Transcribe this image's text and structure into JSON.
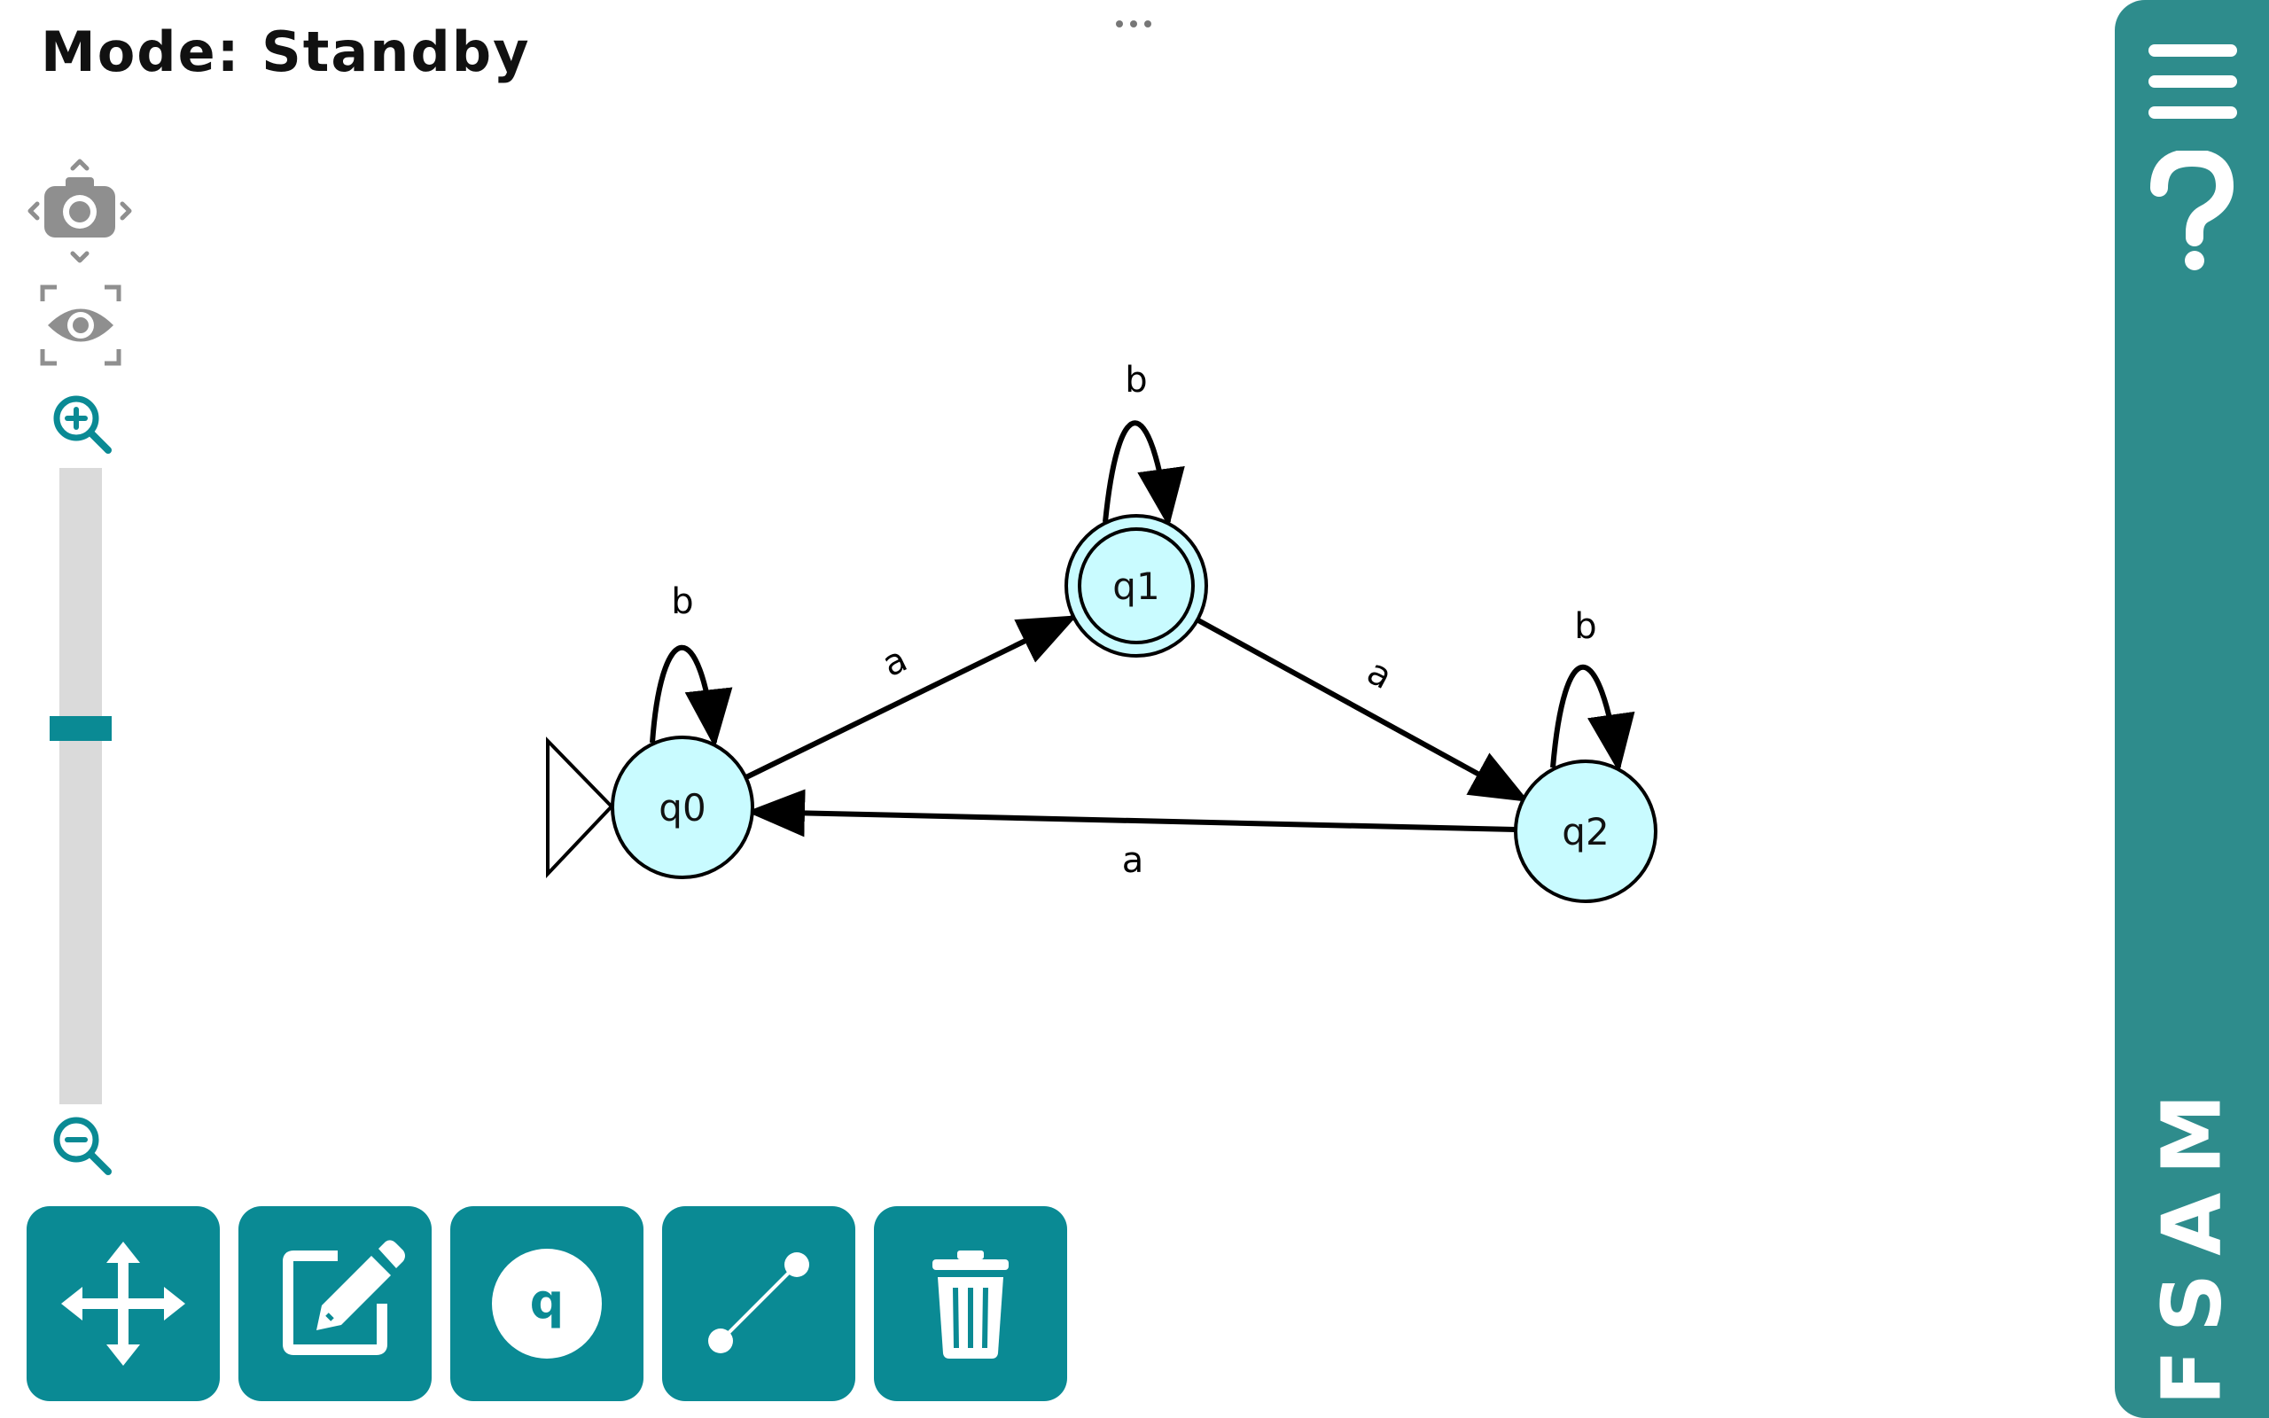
{
  "app": {
    "mode_label": "Mode: Standby",
    "brand": "FSAM",
    "accent_color": "#0a8a94",
    "panel_color": "#2e8c8c",
    "state_fill_color": "#c9fbff"
  },
  "icons": {
    "drag_handle": "ellipsis-icon",
    "camera_pan": "camera-pan-icon",
    "fit_view": "eye-focus-icon",
    "zoom_in": "zoom-in-icon",
    "zoom_out": "zoom-out-icon",
    "menu": "hamburger-menu-icon",
    "help": "question-mark-icon"
  },
  "zoom": {
    "level": 0.41
  },
  "toolbar": {
    "tools": [
      {
        "id": "move",
        "icon": "move-arrows-icon"
      },
      {
        "id": "edit",
        "icon": "edit-pencil-icon"
      },
      {
        "id": "add-state",
        "icon": "add-state-icon",
        "glyph": "q"
      },
      {
        "id": "add-transition",
        "icon": "connect-line-icon"
      },
      {
        "id": "delete",
        "icon": "trash-icon"
      }
    ]
  },
  "automaton": {
    "states": [
      {
        "id": "q0",
        "label": "q0",
        "initial": true,
        "accepting": false
      },
      {
        "id": "q1",
        "label": "q1",
        "initial": false,
        "accepting": true
      },
      {
        "id": "q2",
        "label": "q2",
        "initial": false,
        "accepting": false
      }
    ],
    "transitions": [
      {
        "from": "q0",
        "to": "q0",
        "symbol": "b"
      },
      {
        "from": "q0",
        "to": "q1",
        "symbol": "a"
      },
      {
        "from": "q1",
        "to": "q1",
        "symbol": "b"
      },
      {
        "from": "q1",
        "to": "q2",
        "symbol": "a"
      },
      {
        "from": "q2",
        "to": "q2",
        "symbol": "b"
      },
      {
        "from": "q2",
        "to": "q0",
        "symbol": "a"
      }
    ]
  }
}
